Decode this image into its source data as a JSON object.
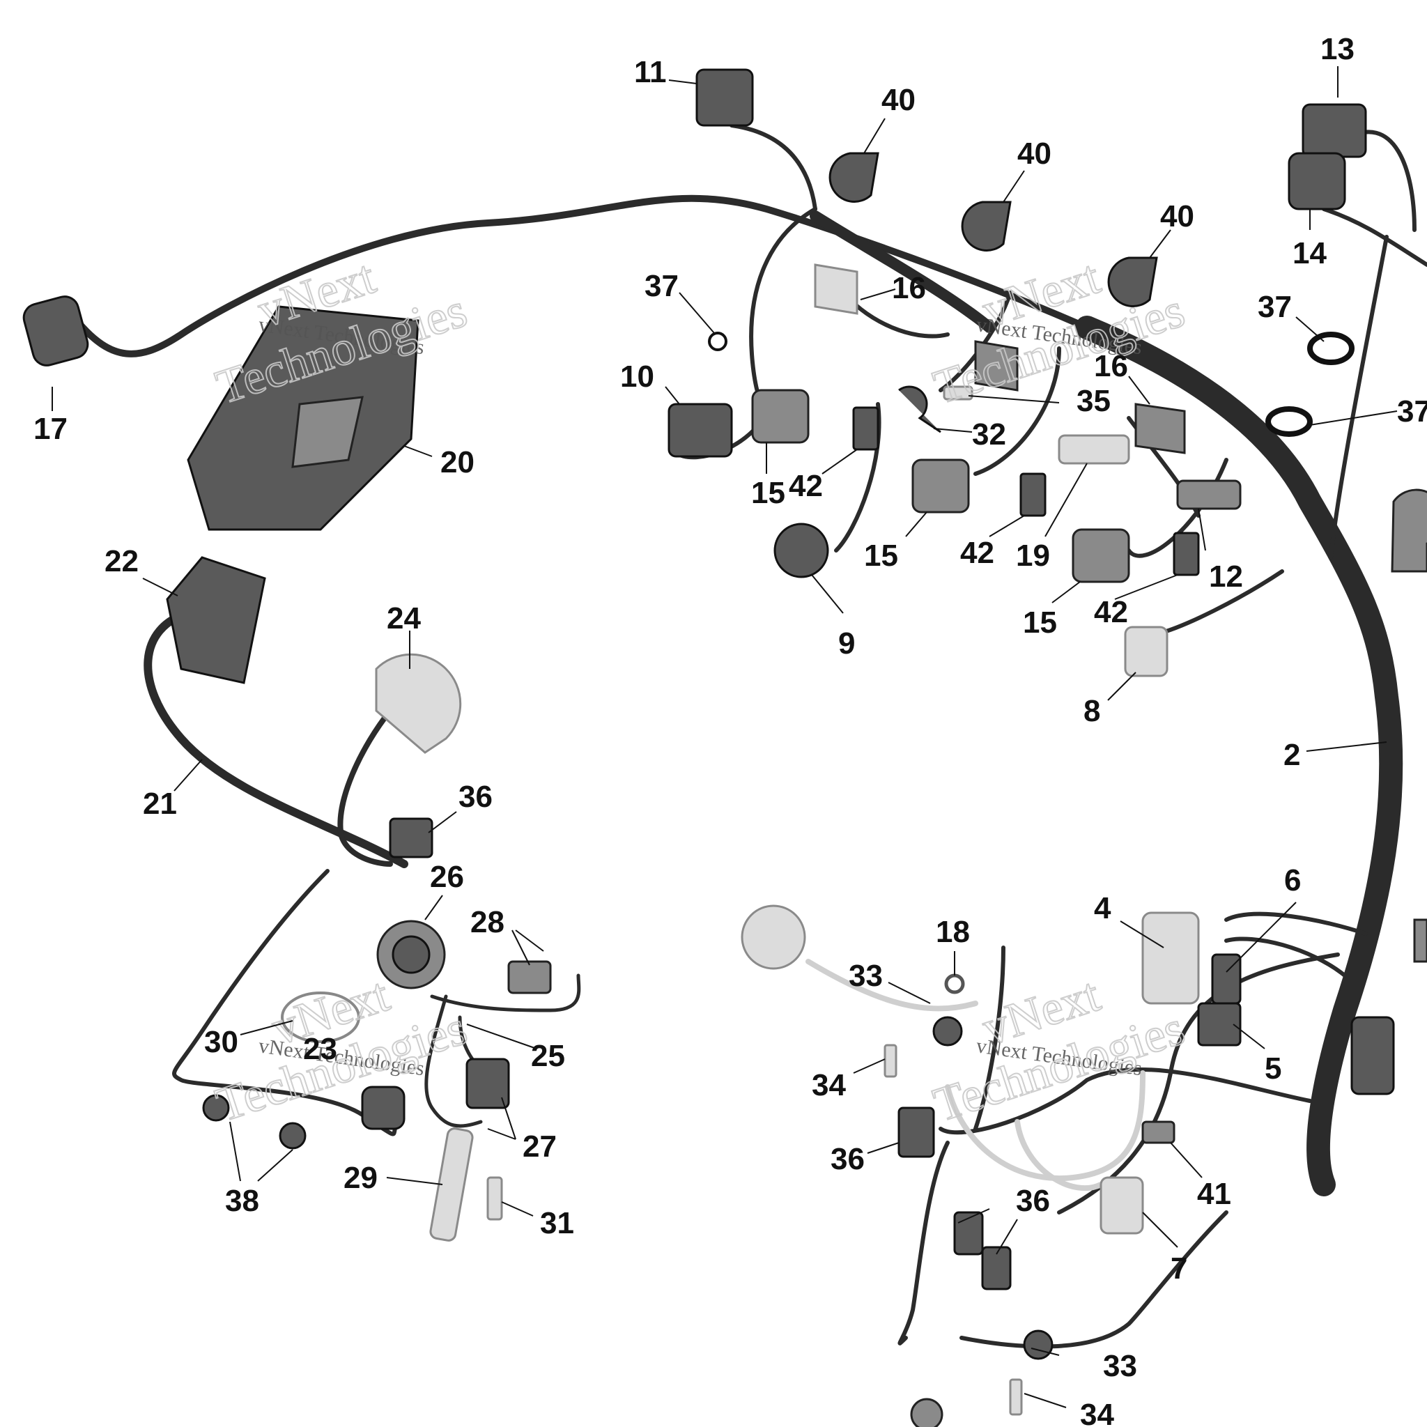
{
  "watermark": {
    "line1": "vNext Technologies",
    "word_big_1": "vNext",
    "word_big_2": "Technologies"
  },
  "callouts": [
    "11",
    "40",
    "40",
    "40",
    "13",
    "14",
    "37",
    "37",
    "37",
    "16",
    "16",
    "10",
    "35",
    "32",
    "15",
    "15",
    "15",
    "42",
    "42",
    "42",
    "19",
    "12",
    "9",
    "17",
    "20",
    "22",
    "24",
    "21",
    "36",
    "26",
    "28",
    "30",
    "23",
    "25",
    "27",
    "29",
    "38",
    "31",
    "2",
    "4",
    "6",
    "5",
    "18",
    "33",
    "33",
    "34",
    "34",
    "36",
    "36",
    "41",
    "7",
    "8"
  ]
}
